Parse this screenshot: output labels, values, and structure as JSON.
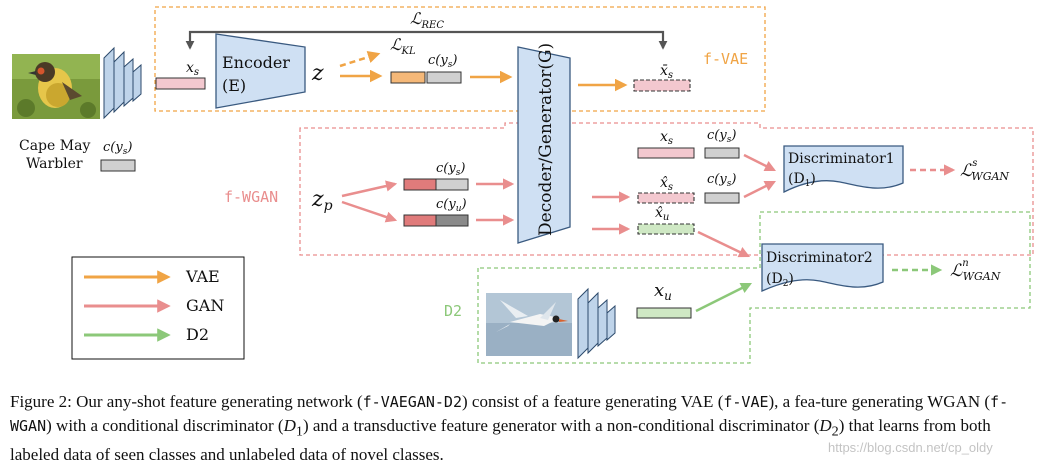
{
  "colors": {
    "vae": "#f0a445",
    "gan": "#e98e8e",
    "d2": "#8cc879",
    "box_fill": "#cfe0f3",
    "box_stroke": "#3a5a80"
  },
  "top_labels": {
    "l_rec": "ℒ",
    "l_rec_sub": "REC",
    "l_kl": "ℒ",
    "l_kl_sub": "KL",
    "f_vae": "f-VAE",
    "f_wgan": "f-WGAN",
    "d2": "D2"
  },
  "nodes": {
    "encoder": "Encoder",
    "encoder_e": "(E)",
    "decoder": "Decoder/Generator(G)",
    "disc1": "Discriminator1",
    "disc1_sub": "(D",
    "disc1_subidx": "1",
    "disc2": "Discriminator2",
    "disc2_sub": "(D",
    "disc2_subidx": "2"
  },
  "symbols": {
    "xs": "x",
    "xs_sub": "s",
    "z": "z",
    "zp": "z",
    "zp_sub": "p",
    "c_ys": "c(y",
    "c_ys_sub": "s",
    "c_yu": "c(y",
    "c_yu_sub": "u",
    "xbar_s": "x̄",
    "xhat_s": "x̂",
    "xhat_u": "x̂",
    "xu": "x",
    "xu_sub": "u",
    "u": "u",
    "close": ")",
    "wgan_sub": "WGAN",
    "sup_s": "s",
    "sup_n": "n"
  },
  "bird": {
    "name_line1": "Cape May",
    "name_line2": "Warbler",
    "c_ys": "c(y",
    "c_ys_sub": "s",
    "close": ")"
  },
  "legend": [
    {
      "label": "VAE",
      "color": "#f0a445"
    },
    {
      "label": "GAN",
      "color": "#e98e8e"
    },
    {
      "label": "D2",
      "color": "#8cc879"
    }
  ],
  "caption": {
    "p1": "Figure 2: Our any-shot feature generating network (",
    "c1": "f-VAEGAN-D2",
    "p2": ") consist of a feature generating VAE (",
    "c2": "f-VAE",
    "p3": "), a fea-ture generating WGAN (",
    "c3": "f-WGAN",
    "p4": ") with a conditional discriminator (",
    "d1": "D",
    "d1i": "1",
    "p5": ") and a transductive feature generator with a non-conditional discriminator (",
    "d2": "D",
    "d2i": "2",
    "p6": ") that learns from both labeled data of seen classes and unlabeled data of novel classes."
  },
  "watermark": "https://blog.csdn.net/cp_oldy"
}
